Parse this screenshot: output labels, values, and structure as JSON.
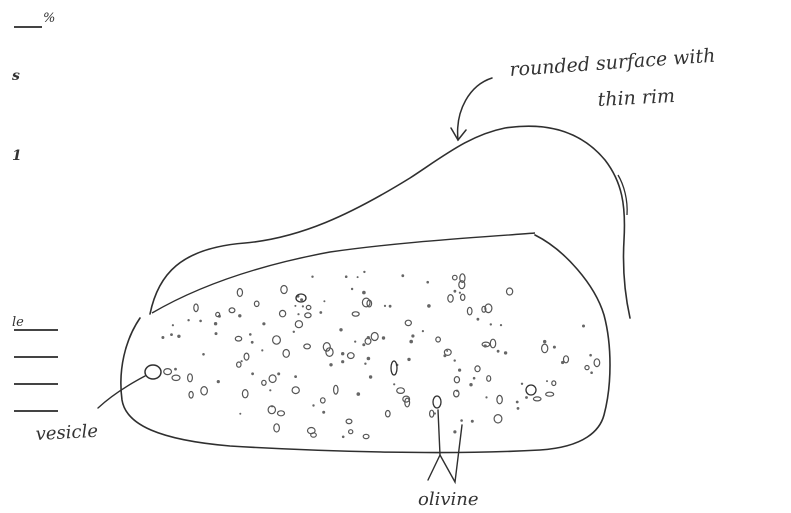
{
  "colors": {
    "paper": "#ffffff",
    "ink": "#333333",
    "pencil": "#8a8a8a"
  },
  "margin_fragments": [
    "%",
    "s",
    "1",
    "le"
  ],
  "annotations": {
    "rounded_surface": {
      "line1": "rounded surface with",
      "line2": "thin rim"
    },
    "vesicle": "vesicle",
    "olivine": "olivine"
  }
}
